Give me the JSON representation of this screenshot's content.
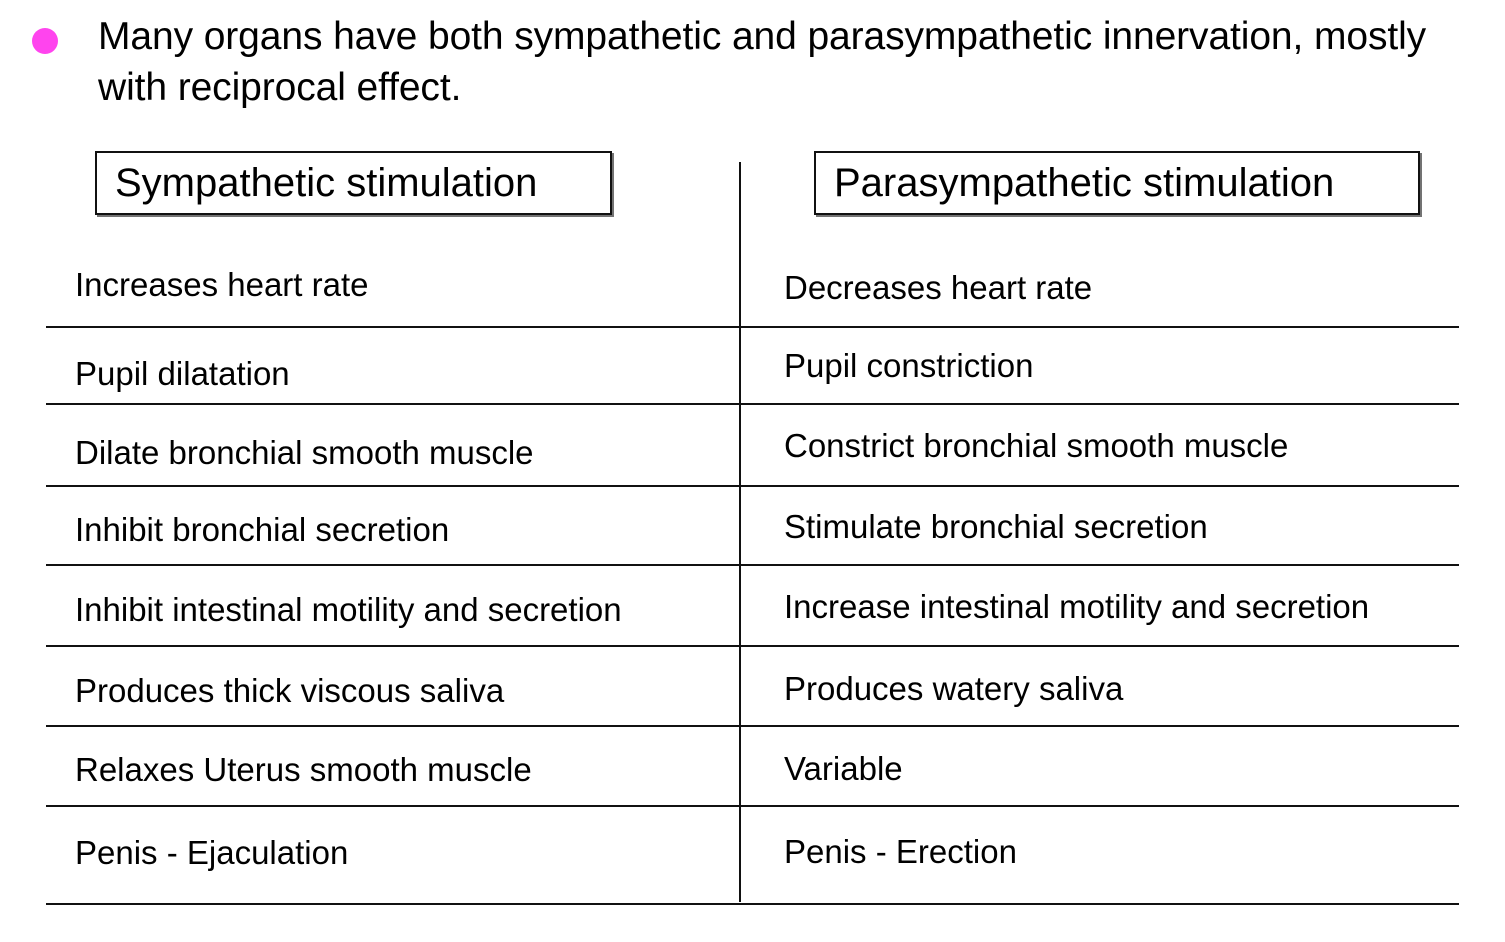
{
  "slide": {
    "bullet": {
      "marker_color": "#ff44ee",
      "text": "Many organs have both sympathetic and parasympathetic innervation, mostly with reciprocal effect."
    },
    "table": {
      "columns": [
        {
          "header": "Sympathetic stimulation"
        },
        {
          "header": "Parasympathetic stimulation"
        }
      ],
      "rows": [
        {
          "sympathetic": "Increases heart rate",
          "parasympathetic": "Decreases heart rate"
        },
        {
          "sympathetic": "Pupil dilatation",
          "parasympathetic": "Pupil constriction"
        },
        {
          "sympathetic": "Dilate bronchial smooth muscle",
          "parasympathetic": "Constrict bronchial smooth muscle"
        },
        {
          "sympathetic": "Inhibit bronchial secretion",
          "parasympathetic": "Stimulate bronchial secretion"
        },
        {
          "sympathetic": "Inhibit intestinal motility and secretion",
          "parasympathetic": "Increase intestinal motility and secretion"
        },
        {
          "sympathetic": "Produces thick viscous saliva",
          "parasympathetic": "Produces watery saliva"
        },
        {
          "sympathetic": "Relaxes Uterus smooth muscle",
          "parasympathetic": "Variable"
        },
        {
          "sympathetic": "Penis - Ejaculation",
          "parasympathetic": "Penis - Erection"
        }
      ]
    }
  }
}
